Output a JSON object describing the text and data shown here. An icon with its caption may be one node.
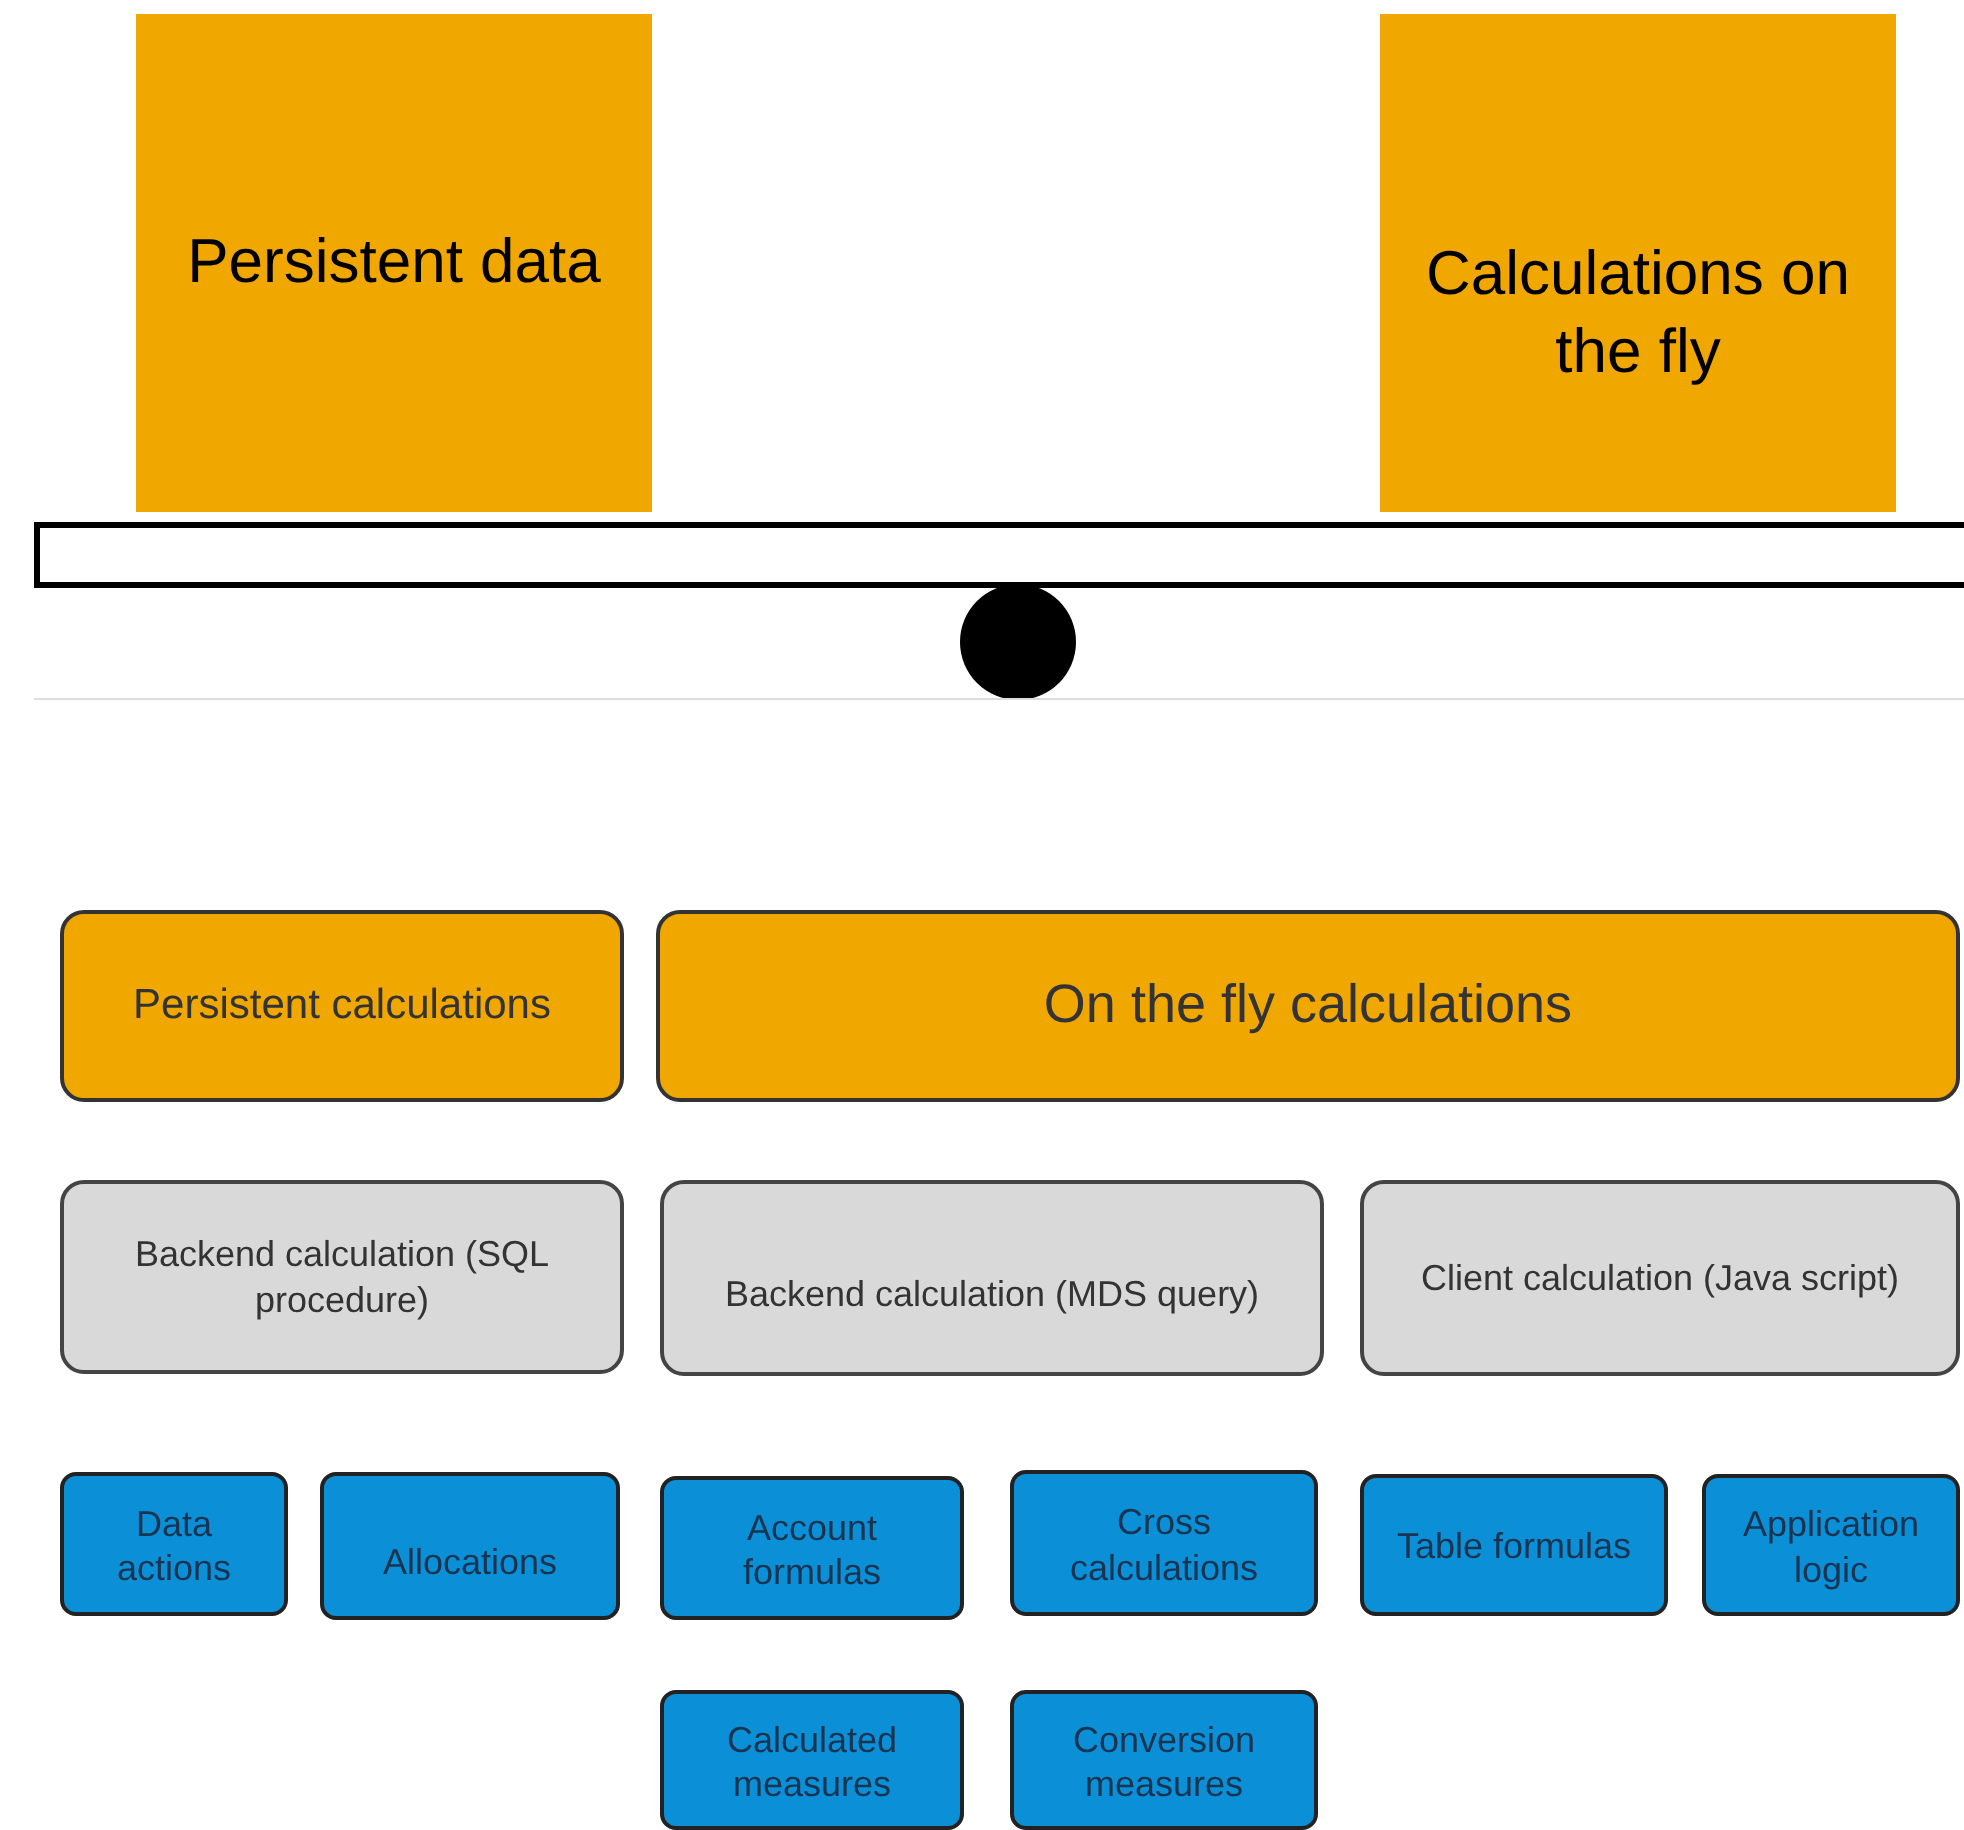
{
  "diagram": {
    "nodes": [
      {
        "text": [
          "Persistent data"
        ]
      },
      {
        "text": [
          "Calculations on the fly"
        ]
      },
      {
        "text": [
          "Persistent calculations"
        ]
      },
      {
        "text": [
          "On the fly calculations"
        ]
      },
      {
        "text": [
          "Backend calculation (SQL procedure)"
        ]
      },
      {
        "text": [
          "Backend calculation (MDS query)"
        ]
      },
      {
        "text": [
          "Client calculation (Java script)"
        ]
      },
      {
        "text": [
          "Data actions"
        ]
      },
      {
        "text": [
          "Allocations"
        ]
      },
      {
        "text": [
          "Account formulas"
        ]
      },
      {
        "text": [
          "Cross calculations"
        ]
      },
      {
        "text": [
          "Table formulas"
        ]
      },
      {
        "text": [
          "Application logic"
        ]
      },
      {
        "text": [
          "Calculated measures"
        ]
      },
      {
        "text": [
          "Conversion measures"
        ]
      }
    ]
  }
}
